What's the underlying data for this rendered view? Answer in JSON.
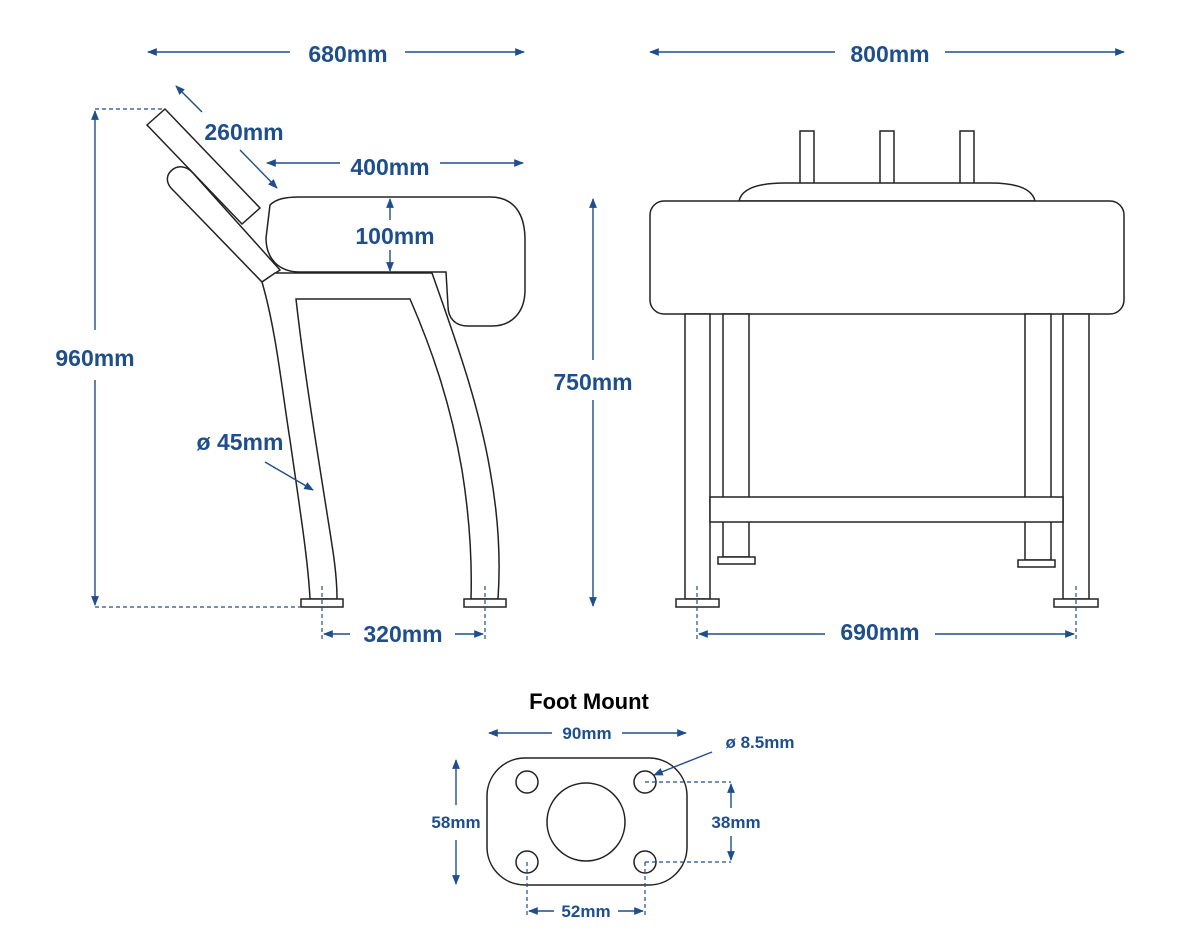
{
  "colors": {
    "dimension": "#1f4e8c",
    "outline": "#222222",
    "title": "#000000"
  },
  "side_view": {
    "overall_depth": "680mm",
    "backrest_length": "260mm",
    "seat_depth": "400mm",
    "seat_thickness": "100mm",
    "overall_height": "960mm",
    "tube_diameter": "ø 45mm",
    "foot_spacing": "320mm"
  },
  "front_view": {
    "overall_width": "800mm",
    "seat_height": "750mm",
    "foot_spacing": "690mm"
  },
  "foot_mount": {
    "title": "Foot Mount",
    "width": "90mm",
    "hole_diameter": "ø 8.5mm",
    "height": "58mm",
    "hole_spacing_vertical": "38mm",
    "hole_spacing_horizontal": "52mm"
  }
}
